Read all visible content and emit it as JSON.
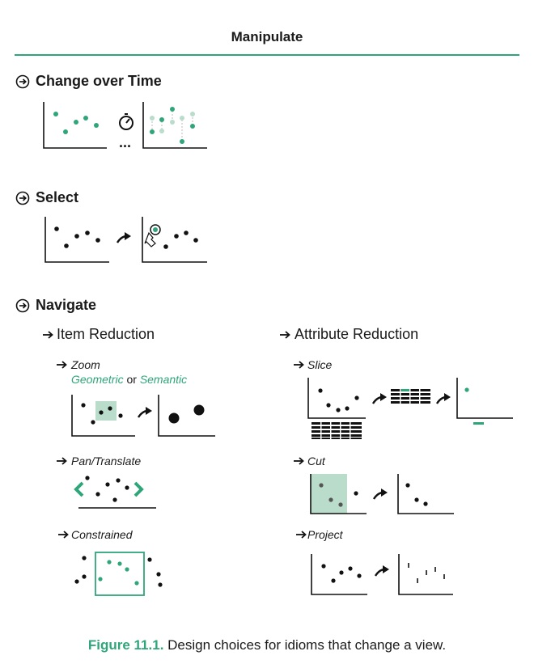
{
  "header": {
    "title": "Manipulate"
  },
  "sections": {
    "change_over_time": {
      "label": "Change over Time",
      "ellipsis": "..."
    },
    "select": {
      "label": "Select"
    },
    "navigate": {
      "label": "Navigate"
    }
  },
  "navigate": {
    "item_reduction": {
      "label": "Item Reduction",
      "zoom": {
        "label": "Zoom",
        "geometric": "Geometric",
        "or": "or",
        "semantic": "Semantic"
      },
      "pan": {
        "label": "Pan/Translate"
      },
      "constrained": {
        "label": "Constrained"
      }
    },
    "attribute_reduction": {
      "label": "Attribute Reduction",
      "slice": {
        "label": "Slice"
      },
      "cut": {
        "label": "Cut"
      },
      "project": {
        "label": "Project"
      }
    }
  },
  "caption": {
    "label": "Figure 11.1.",
    "text": " Design choices for idioms that change a view."
  },
  "colors": {
    "accent": "#2fa57a",
    "accent_light": "#b9dccb",
    "ink": "#111111"
  }
}
